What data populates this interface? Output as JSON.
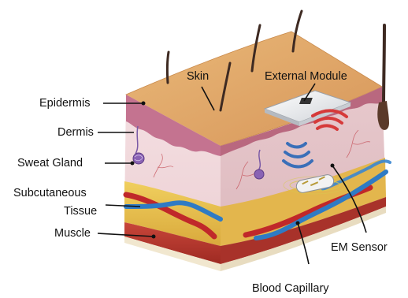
{
  "labels": {
    "skin": "Skin",
    "external_module": "External Module",
    "epidermis": "Epidermis",
    "dermis": "Dermis",
    "sweat_gland": "Sweat Gland",
    "subcutaneous_line1": "Subcutaneous",
    "subcutaneous_line2": "Tissue",
    "muscle": "Muscle",
    "em_sensor": "EM Sensor",
    "blood_capillary": "Blood Capillary"
  },
  "colors": {
    "skin_top": "#e0a867",
    "epidermis": "#c06a86",
    "dermis": "#f3dde0",
    "subcutaneous": "#e9c24f",
    "muscle": "#c0392b",
    "artery": "#c0282a",
    "vein": "#2f7bc4",
    "signal_red": "#d63a3a",
    "signal_blue": "#3a6fb8"
  },
  "icons": [
    "hair-strand",
    "external-module-device",
    "em-sensor-capsule",
    "signal-waves",
    "sweat-gland-coil"
  ]
}
